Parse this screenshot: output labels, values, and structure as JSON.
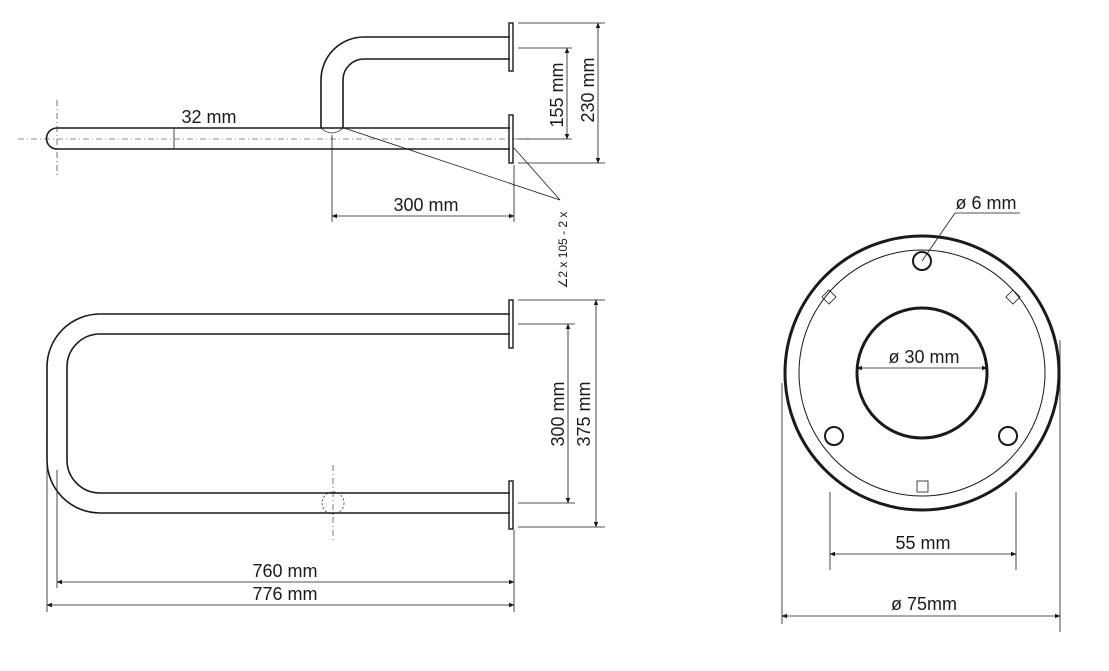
{
  "labels": {
    "tube_diameter": "32 mm",
    "height_small": "155 mm",
    "height_total": "230 mm",
    "leg_length": "300 mm",
    "angle_note": "∠2 x 105 - 2 x",
    "inner_width": "300 mm",
    "outer_width": "375 mm",
    "inner_length": "760 mm",
    "outer_length": "776 mm",
    "screw_hole": "ø 6 mm",
    "center_hole": "ø 30 mm",
    "hole_spacing": "55 mm",
    "plate_diameter": "ø 75mm"
  }
}
